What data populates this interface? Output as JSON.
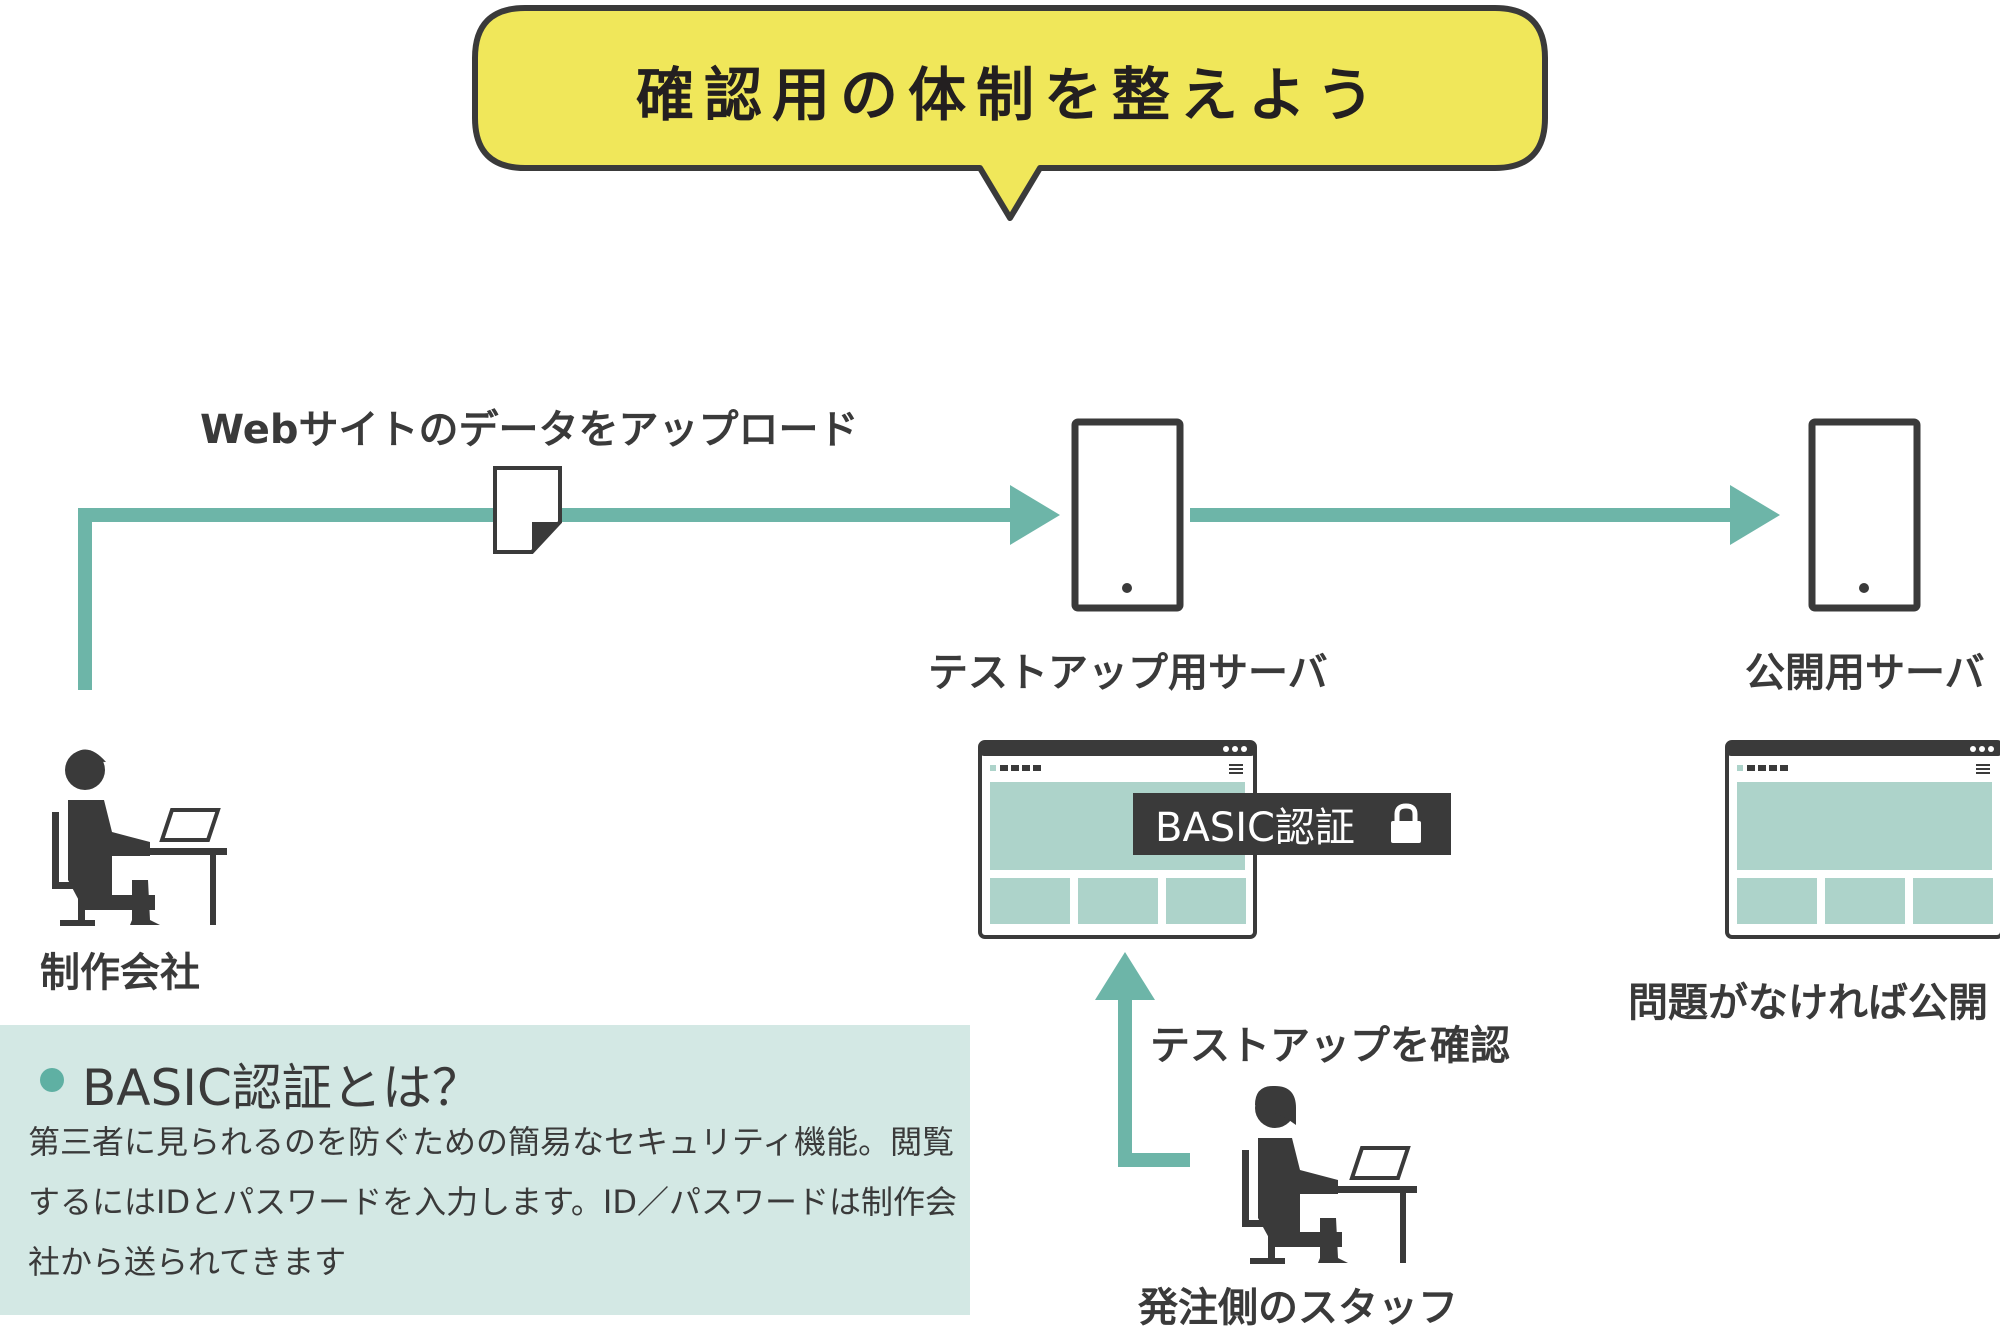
{
  "title": "確認用の体制を整えよう",
  "upload_label": "Webサイトのデータをアップロード",
  "test_server_label": "テストアップ用サーバ",
  "public_server_label": "公開用サーバ",
  "client_label": "制作会社",
  "basic_badge": "BASIC認証",
  "confirm_label": "テストアップを確認",
  "publish_label": "問題がなければ公開",
  "staff_label": "発注側のスタッフ",
  "info": {
    "heading": "BASIC認証とは？",
    "body": "第三者に見られるのを防ぐための簡易なセキュリティ機能。閲覧するにはIDとパスワードを入力します。ID／パスワードは制作会社から送られてきます"
  },
  "colors": {
    "bubble": "#f0e75a",
    "accent": "#6db5a8",
    "panel": "#add3ca",
    "dark": "#3a3a3a",
    "info_bg": "#d3e8e4"
  },
  "icons": [
    "document-icon",
    "server-icon",
    "person-at-laptop-icon",
    "browser-window-icon",
    "lock-icon"
  ]
}
